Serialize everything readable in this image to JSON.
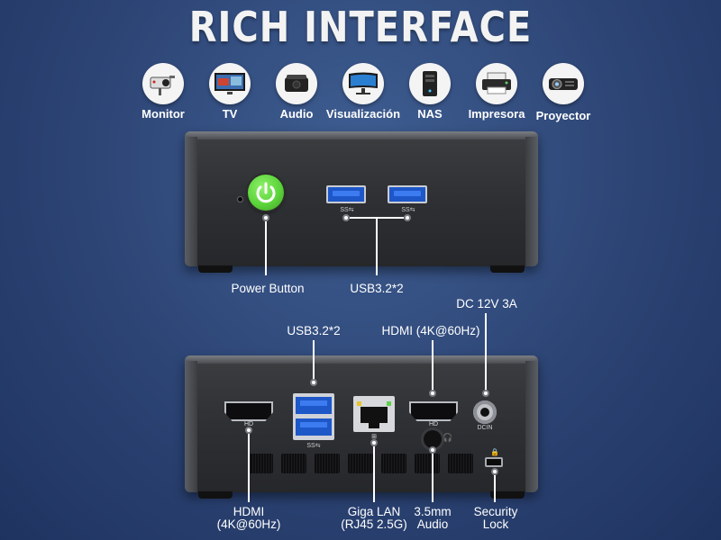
{
  "title": "RICH INTERFACE",
  "devices": [
    {
      "label": "Monitor",
      "icon": "security-camera-icon"
    },
    {
      "label": "TV",
      "icon": "tv-icon"
    },
    {
      "label": "Audio",
      "icon": "speaker-icon"
    },
    {
      "label": "Visualización",
      "icon": "display-icon"
    },
    {
      "label": "NAS",
      "icon": "nas-icon"
    },
    {
      "label": "Impresora",
      "icon": "printer-icon"
    },
    {
      "label": "Proyector",
      "icon": "projector-icon"
    }
  ],
  "front": {
    "power_label": "Power Button",
    "usb_label": "USB3.2*2",
    "usb_logo": "SS⇆"
  },
  "rear": {
    "dc_label": "DC 12V 3A",
    "dc_port_text": "DCIN",
    "usb_label": "USB3.2*2",
    "hdmi_top_label": "HDMI (4K@60Hz)",
    "hdmi_left_label_line1": "HDMI",
    "hdmi_left_label_line2": "(4K@60Hz)",
    "lan_label_line1": "Giga LAN",
    "lan_label_line2": "(RJ45 2.5G)",
    "audio_label_line1": "3.5mm",
    "audio_label_line2": "Audio",
    "lock_label_line1": "Security",
    "lock_label_line2": "Lock"
  },
  "colors": {
    "background": "#2c4474",
    "power_green": "#5cd43a",
    "usb_blue": "#1e57c8"
  }
}
